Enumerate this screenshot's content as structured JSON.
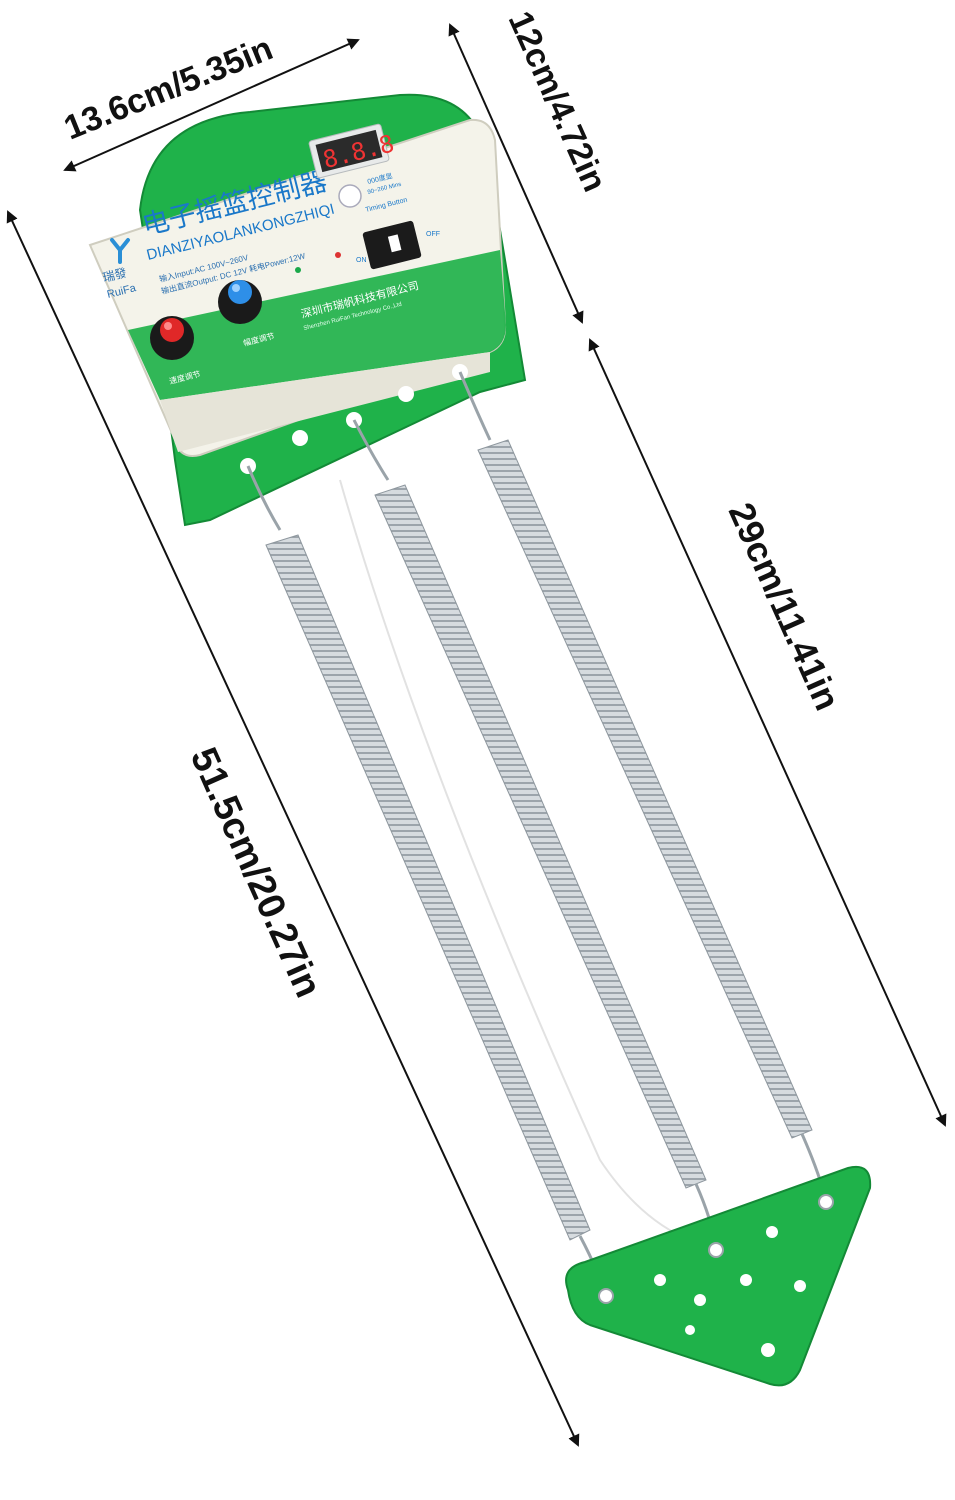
{
  "dimensions": {
    "width_top": "13.6cm/5.35in",
    "height_box": "12cm/4.72in",
    "spring_length": "29cm/11.41in",
    "total_length": "51.5cm/20.27in"
  },
  "device": {
    "brand_cn": "瑞發",
    "brand_en": "RuiFa",
    "title_cn": "电子摇篮控制器",
    "title_pinyin": "DIANZIYAOLANKONGZHIQI",
    "spec_line_1": "输入Input:AC 100V~260V",
    "spec_line_2": "输出直流Output: DC 12V  耗电Power:12W",
    "display_value": "8.8.8",
    "timing_badge": "000度显",
    "timing_range": "90~260 Mins",
    "timing_label": "Timing Button",
    "switch_on": "ON",
    "switch_off": "OFF",
    "company_cn": "深圳市瑞帆科技有限公司",
    "company_en": "Shenzhen RuiFan Technology Co.,Ltd",
    "knob_left_label": "速度调节",
    "knob_right_label": "幅度调节"
  },
  "colors": {
    "green": "#1fb24a",
    "green_dark": "#138a36",
    "box": "#f4f3ea",
    "spring": "#c9cfd4"
  }
}
